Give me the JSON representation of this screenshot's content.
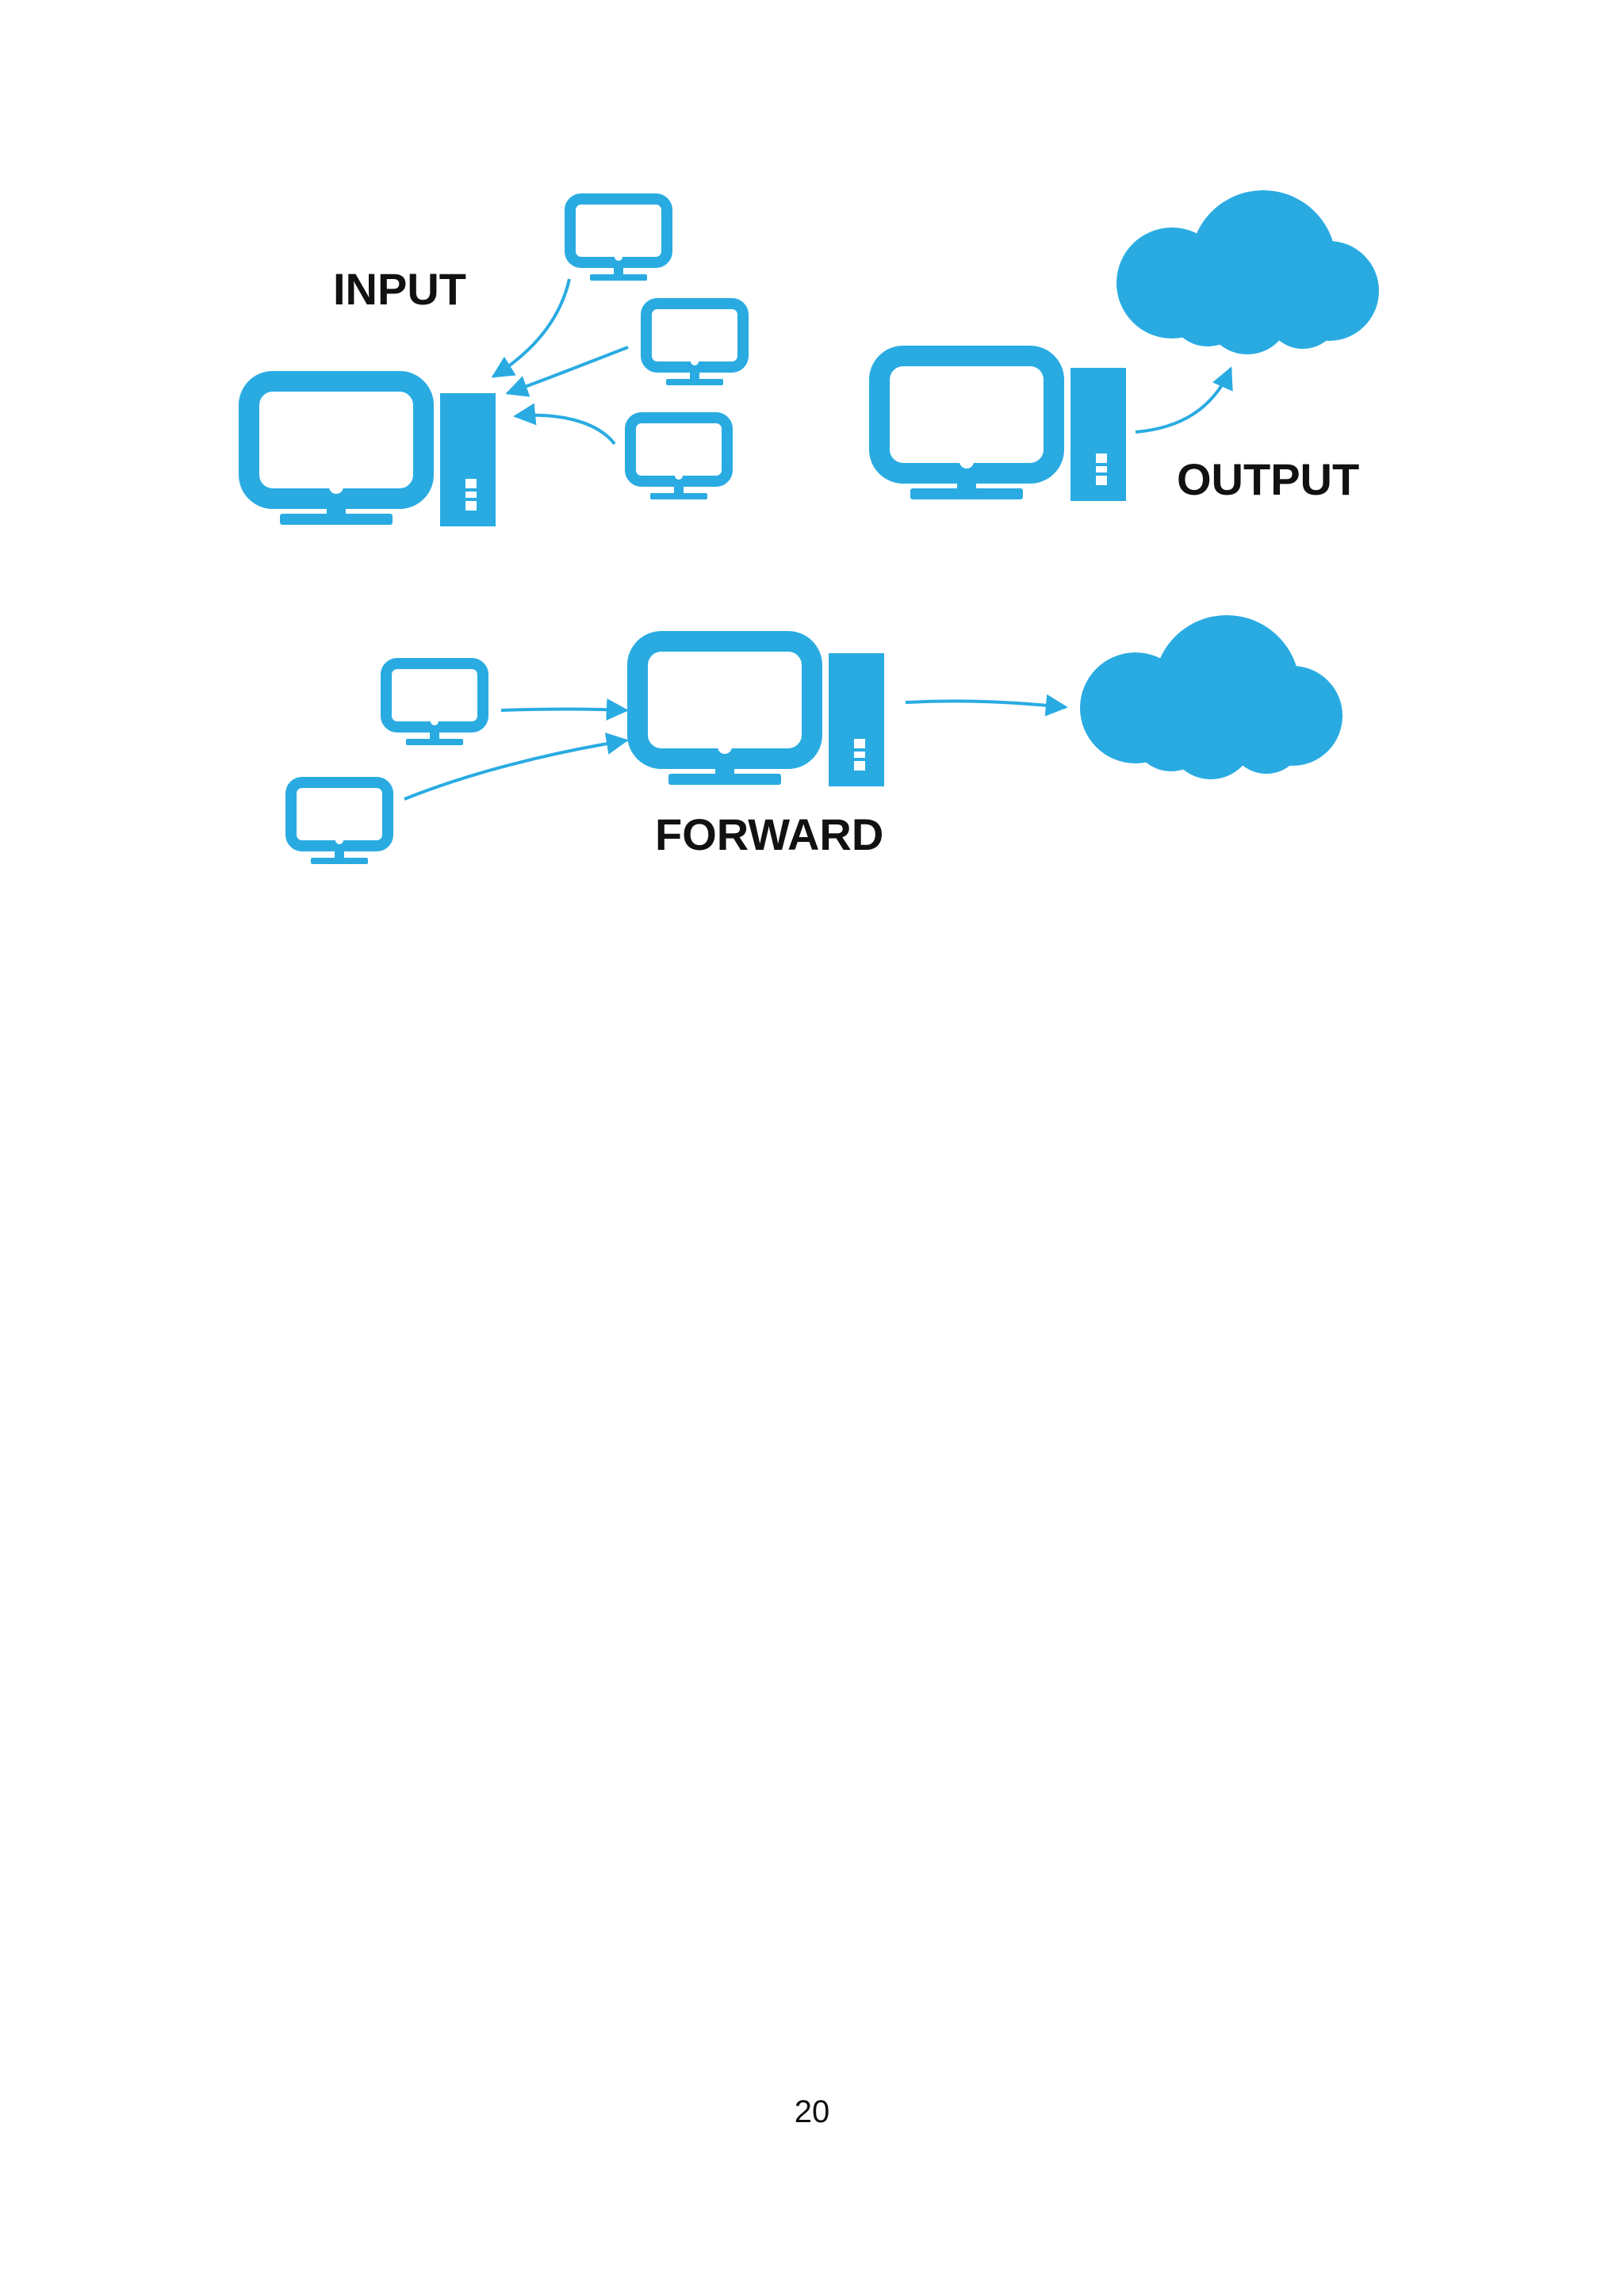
{
  "labels": {
    "input": "INPUT",
    "output": "OUTPUT",
    "forward": "FORWARD"
  },
  "footer": {
    "page_number": "20"
  },
  "colors": {
    "icon": "#29abe2",
    "label": "#111111",
    "background": "#ffffff"
  },
  "icons": {
    "main_computer": "desktop-computer-icon",
    "client": "monitor-icon",
    "network": "cloud-icon"
  }
}
